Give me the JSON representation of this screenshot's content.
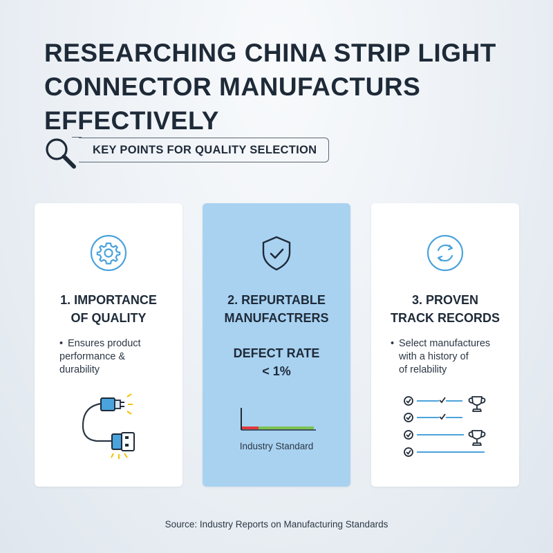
{
  "title_lines": [
    "RESEARCHING CHINA STRIP LIGHT",
    "CONNECTOR MANUFACTURS EFFECTIVELY"
  ],
  "key_points_label": "KEY POINTS FOR QUALITY SELECTION",
  "cards": [
    {
      "icon": "gear-icon",
      "title_lines": [
        "1. IMPORTANCE",
        "OF QUALITY"
      ],
      "bullet_lines": [
        "Ensures product",
        "performance &",
        "durability"
      ]
    },
    {
      "icon": "shield-check-icon",
      "title_lines": [
        "2. REPURTABLE",
        "MANUFACTRERS"
      ],
      "metric_lines": [
        "DEFECT RATE",
        "< 1%"
      ],
      "chart_label": "Industry Standard"
    },
    {
      "icon": "refresh-circle-icon",
      "title_lines": [
        "3. PROVEN",
        "TRACK RECORDS"
      ],
      "bullet_lines": [
        "Select manufactures",
        "with a history of",
        "of relability"
      ]
    }
  ],
  "source": "Source: Industry Reports on Manufacturing Standards",
  "colors": {
    "accent_blue": "#4aa3dc",
    "highlight_card": "#a9d2f1",
    "dark_text": "#1e2a38",
    "defect_red": "#e0393e",
    "standard_green": "#7cc251",
    "spark_yellow": "#f2c200"
  }
}
